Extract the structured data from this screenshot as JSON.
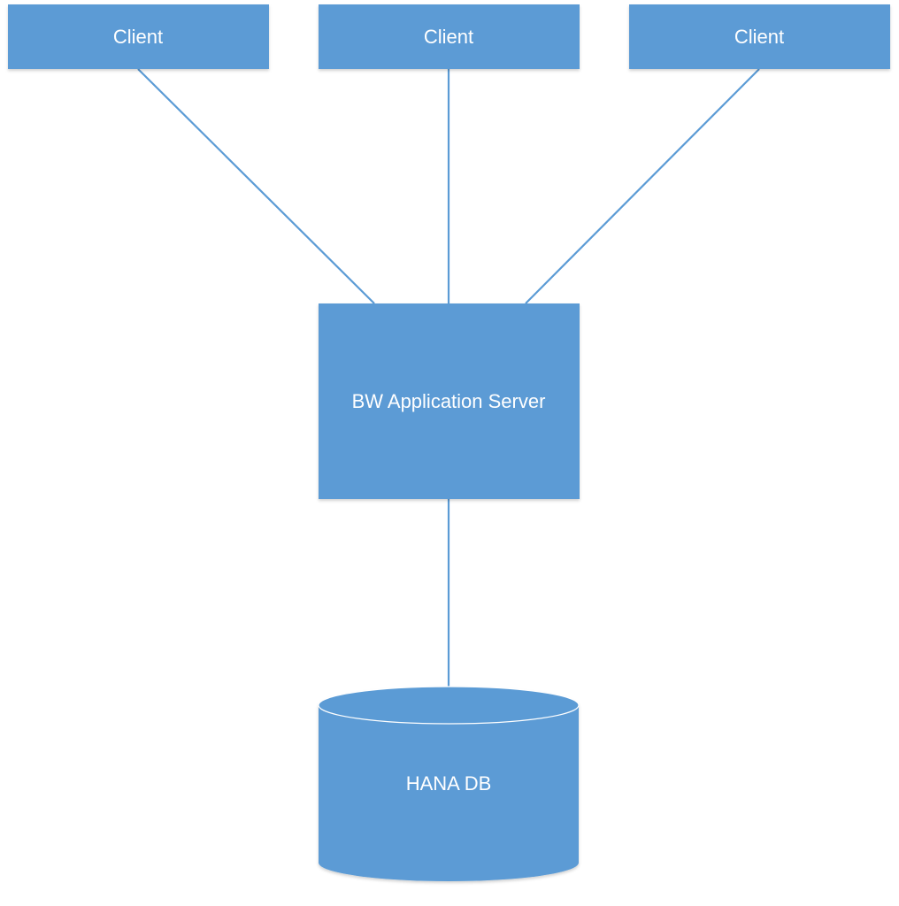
{
  "diagram": {
    "clients": [
      {
        "label": "Client"
      },
      {
        "label": "Client"
      },
      {
        "label": "Client"
      }
    ],
    "app_server": {
      "label": "BW Application Server"
    },
    "database": {
      "label": "HANA DB"
    }
  },
  "colors": {
    "node_fill": "#5b9bd5",
    "node_text": "#ffffff",
    "connector": "#5b9bd5"
  }
}
